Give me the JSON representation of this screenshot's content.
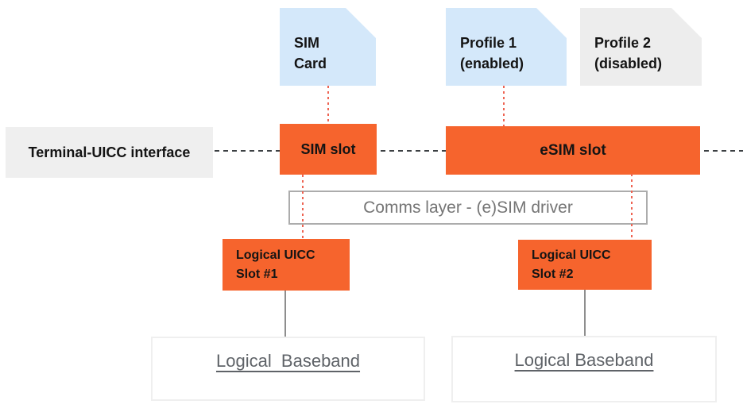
{
  "colors": {
    "orange": "#F6642D",
    "light_blue": "#D4E8FA",
    "card_gray": "#EDEDED",
    "terminal_gray": "#EFEFEF",
    "red_dotted": "#EE6352",
    "dark_dash": "#3C4043",
    "comms_border": "#ACACAC",
    "gray_text": "#757575",
    "baseband_text": "#5F6368",
    "connector_gray": "#8E8E8E"
  },
  "nodes": {
    "sim_card": {
      "line1": "SIM",
      "line2": "Card"
    },
    "profile1": {
      "line1": "Profile 1",
      "line2": "(enabled)"
    },
    "profile2": {
      "line1": "Profile 2",
      "line2": "(disabled)"
    },
    "terminal_interface": {
      "label": "Terminal-UICC interface"
    },
    "sim_slot": {
      "label": "SIM slot"
    },
    "esim_slot": {
      "label": "eSIM slot"
    },
    "comms_layer": {
      "label": "Comms layer - (e)SIM driver"
    },
    "uicc_slot1": {
      "line1": "Logical UICC",
      "line2": "Slot #1"
    },
    "uicc_slot2": {
      "line1": "Logical UICC",
      "line2": "Slot #2"
    },
    "baseband1": {
      "label": "Logical  Baseband"
    },
    "baseband2": {
      "label": "Logical Baseband"
    }
  }
}
